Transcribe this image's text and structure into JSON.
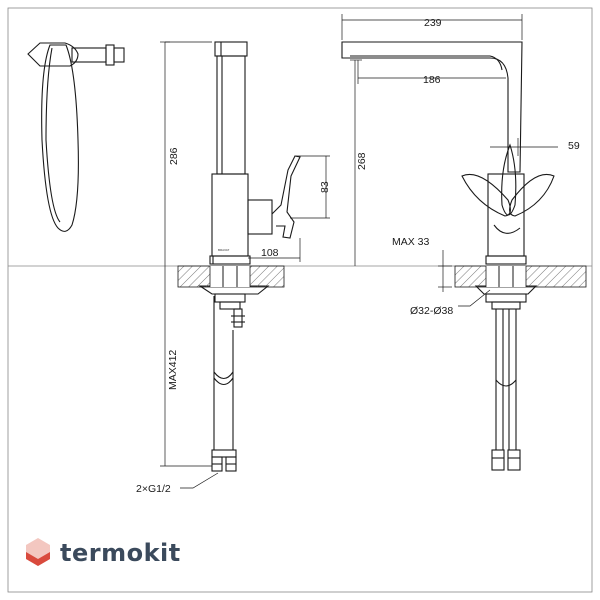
{
  "dimensions": {
    "total_height": "286",
    "handle_height": "83",
    "base_width": "108",
    "hose_length": "MAX412",
    "hose_thread": "2×G1/2",
    "spout_reach": "239",
    "spout_inner": "186",
    "spout_height": "268",
    "handle_offset": "59",
    "counter_thickness": "MAX 33",
    "hole_diameter": "Ø32-Ø38"
  },
  "brand": {
    "stamp": "BRAVAT"
  },
  "watermark": {
    "text": "termokit",
    "color": "#3b4a5c",
    "accent_top": "#f3c7c0",
    "accent_bottom": "#d94a3d"
  },
  "colors": {
    "line": "#1a1a1a",
    "hatch": "#555555",
    "frame": "#888888"
  }
}
